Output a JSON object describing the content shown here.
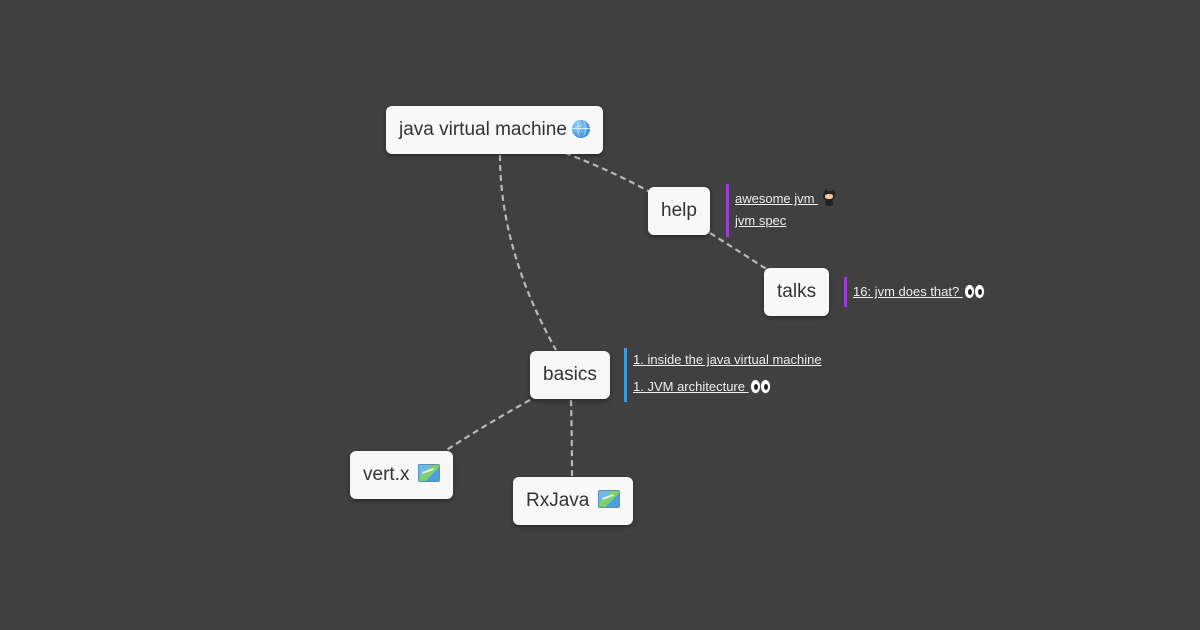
{
  "nodes": {
    "root": {
      "label": "java virtual machine",
      "icon": "globe-icon"
    },
    "help": {
      "label": "help"
    },
    "talks": {
      "label": "talks"
    },
    "basics": {
      "label": "basics"
    },
    "vertx": {
      "label": "vert.x",
      "icon": "map-icon"
    },
    "rxjava": {
      "label": "RxJava",
      "icon": "map-icon"
    }
  },
  "links": {
    "help": {
      "color": "#9b3fd0",
      "items": [
        {
          "text": "awesome jvm ",
          "icon": "github-octocat-icon"
        },
        {
          "text": "jvm spec"
        }
      ]
    },
    "talks": {
      "color": "#9b3fd0",
      "items": [
        {
          "text": "16: jvm does that? ",
          "icon": "eyes-icon"
        }
      ]
    },
    "basics": {
      "color": "#3a9be0",
      "items": [
        {
          "text": "1. inside the java virtual machine"
        },
        {
          "text": "1. JVM architecture ",
          "icon": "eyes-icon"
        }
      ]
    }
  },
  "colors": {
    "background": "#404040",
    "edge": "#b8b8b8",
    "node": "#f8f8f8"
  }
}
